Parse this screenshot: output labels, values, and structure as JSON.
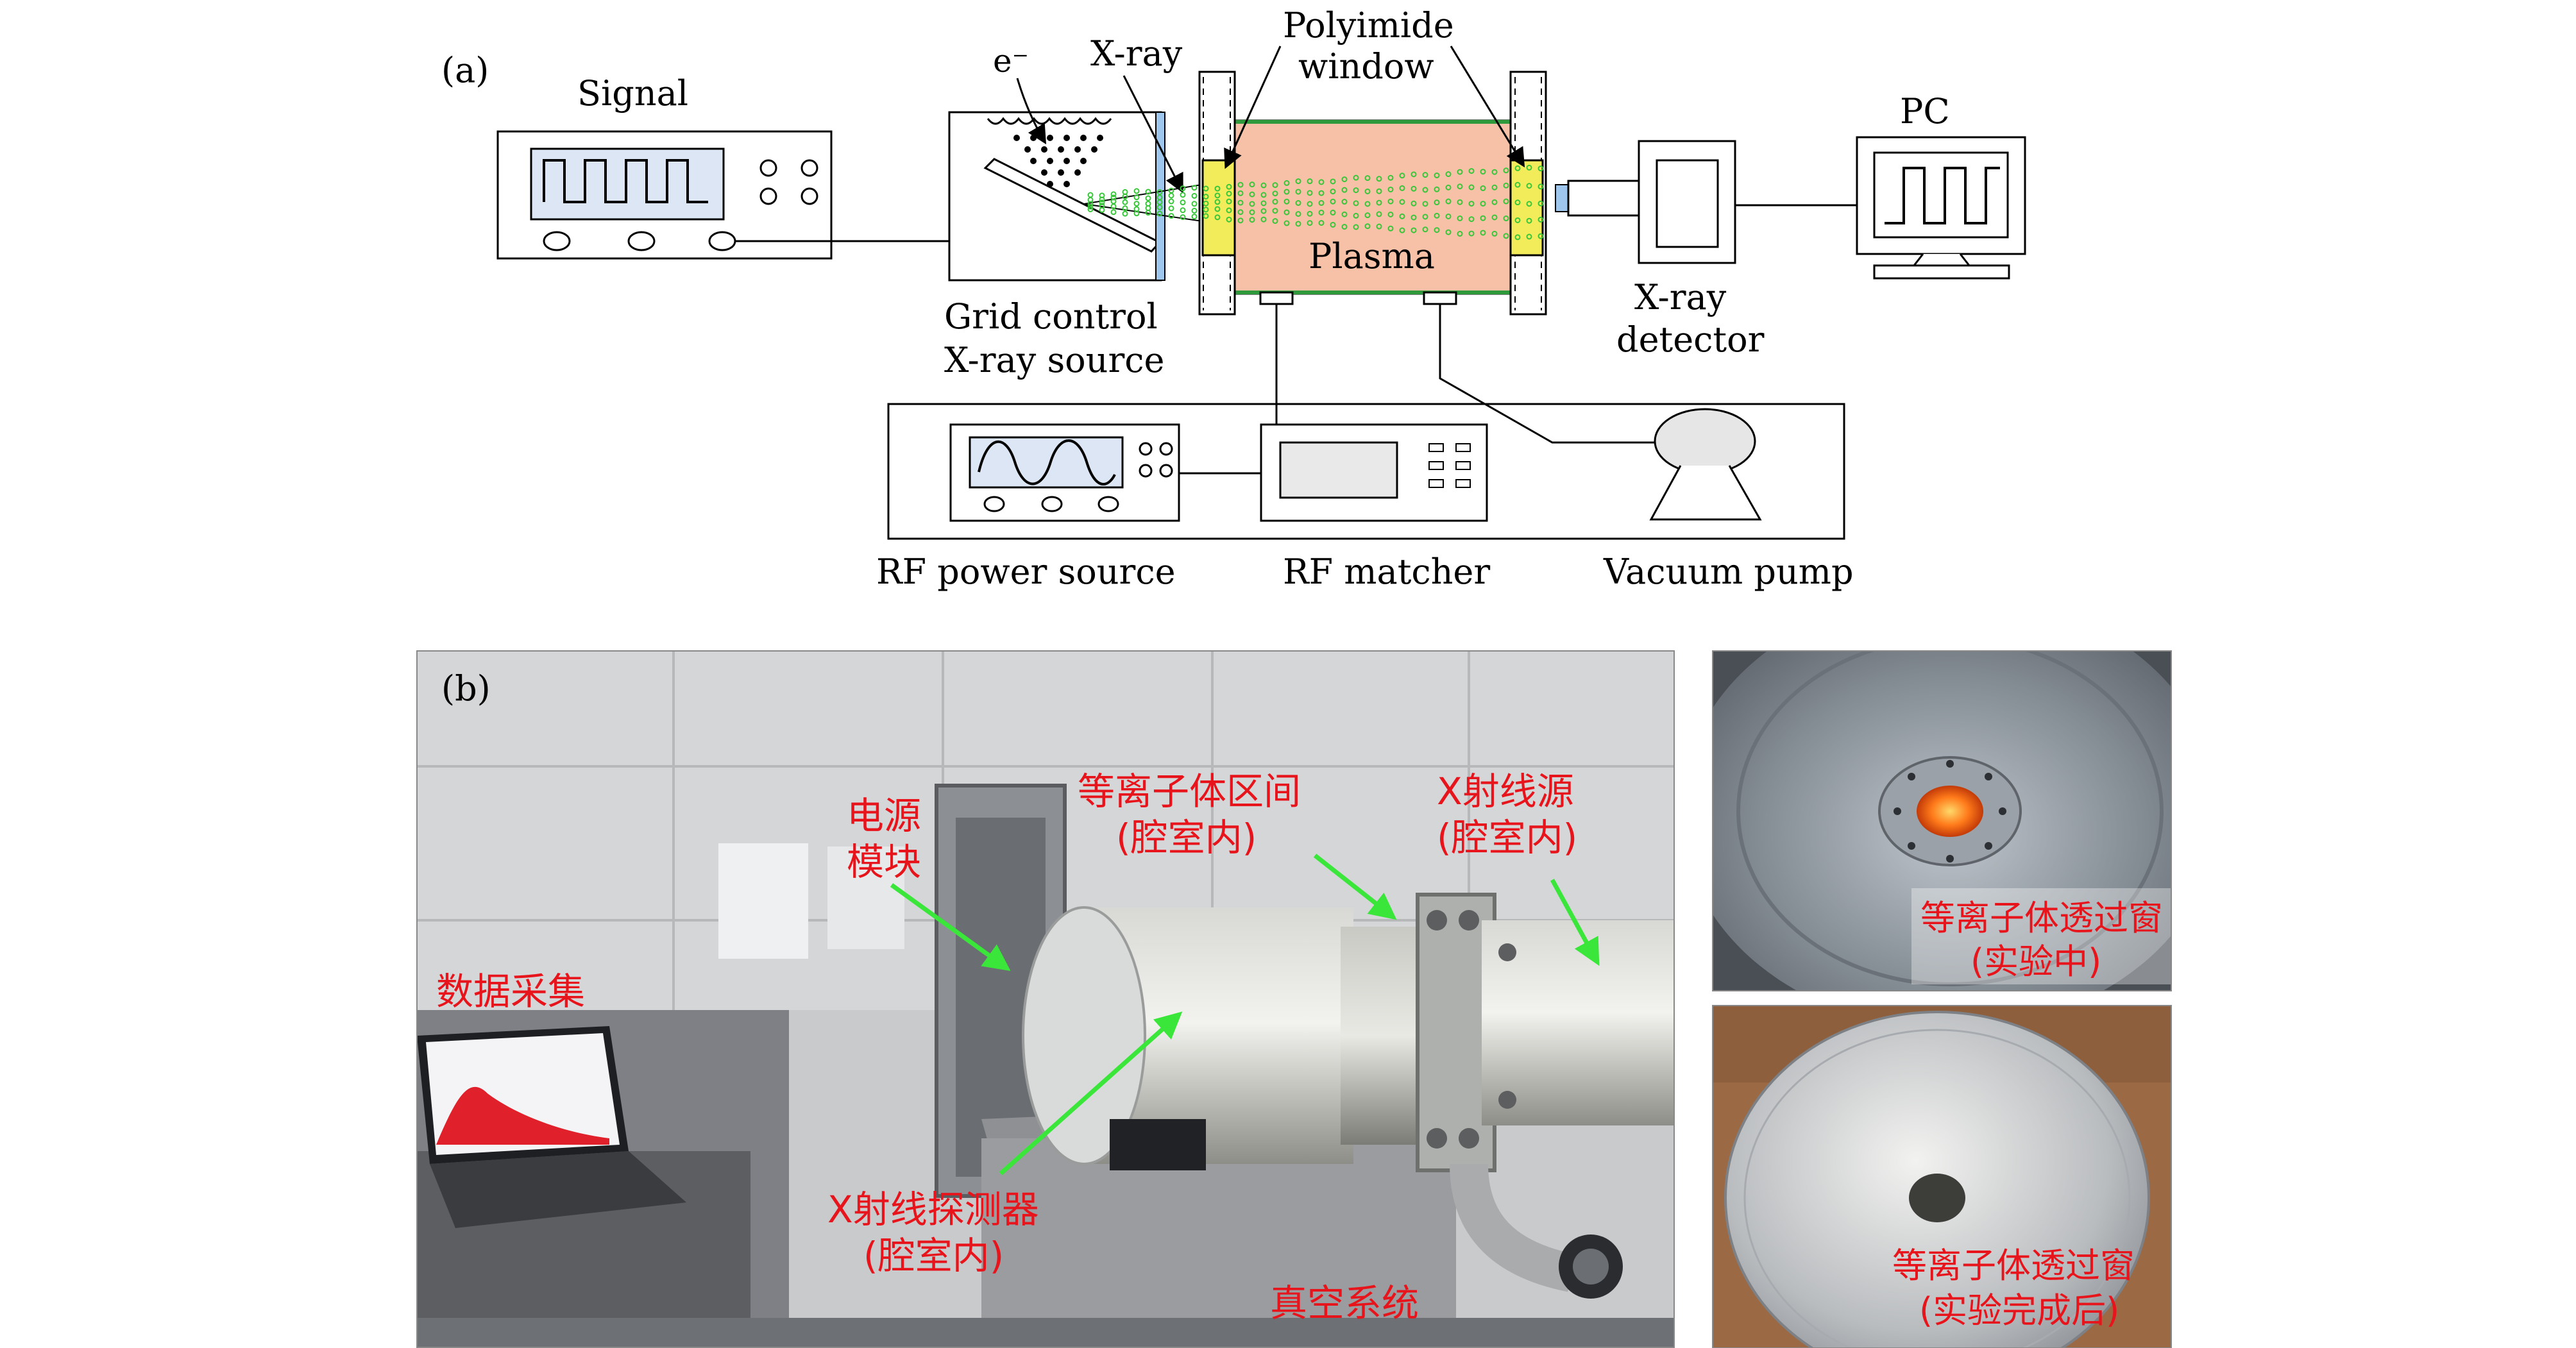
{
  "panel_a": {
    "label": "(a)",
    "signal": "Signal",
    "electron": "e⁻",
    "xray": "X-ray",
    "polyimide_line1": "Polyimide",
    "polyimide_line2": "window",
    "plasma": "Plasma",
    "pc": "PC",
    "source_line1": "Grid control",
    "source_line2": "X-ray source",
    "detector_line1": "X-ray",
    "detector_line2": "detector",
    "rf_power": "RF power source",
    "rf_matcher": "RF matcher",
    "vacuum_pump": "Vacuum pump"
  },
  "panel_b": {
    "label": "(b)",
    "power_module_line1": "电源",
    "power_module_line2": "模块",
    "plasma_region_line1": "等离子体区间",
    "plasma_region_line2": "(腔室内)",
    "xray_source_line1": "X射线源",
    "xray_source_line2": "(腔室内)",
    "data_acq": "数据采集",
    "detector_line1": "X射线探测器",
    "detector_line2": "(腔室内)",
    "vacuum_system": "真空系统"
  },
  "panel_c": {
    "window_during_line1": "等离子体透过窗",
    "window_during_line2": "(实验中)",
    "window_after_line1": "等离子体透过窗",
    "window_after_line2": "(实验完成后)"
  },
  "colors": {
    "plasma_fill": "#f7c1a7",
    "window_yellow": "#f2ec5a",
    "annotation_red": "#e8141b",
    "arrow_green": "#39e639",
    "screen_blue": "#dde6f5"
  }
}
